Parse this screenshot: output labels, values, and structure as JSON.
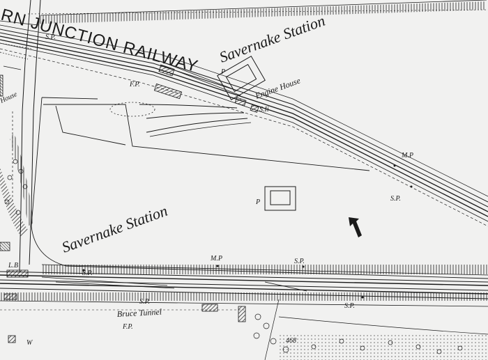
{
  "map": {
    "railway_name": "RN JUNCTION RAILWAY",
    "station_upper": "Savernake Station",
    "station_lower": "Savernake Station",
    "engine_house": "Engine House",
    "tunnel": "Bruce Tunnel",
    "labels": {
      "house": "House",
      "fp_upper": "F.P.",
      "fp_lower": "F.P.",
      "sp_top_left": "S.P.",
      "sp_mid": "S.P.",
      "sp_track_left": "S.P.",
      "sp_track_right": "S.P.",
      "sp_lower_left": "S.P.",
      "sp_lower_right": "S.P.",
      "sl": "S.Ii",
      "mp_upper": "M.P",
      "mp_lower": "M.P",
      "p_upper": "P",
      "p_lower": "P",
      "lb": "L.B",
      "w": "W",
      "bm": "468"
    },
    "colors": {
      "ink": "#1a1a1a",
      "paper": "#f1f1f0"
    }
  }
}
